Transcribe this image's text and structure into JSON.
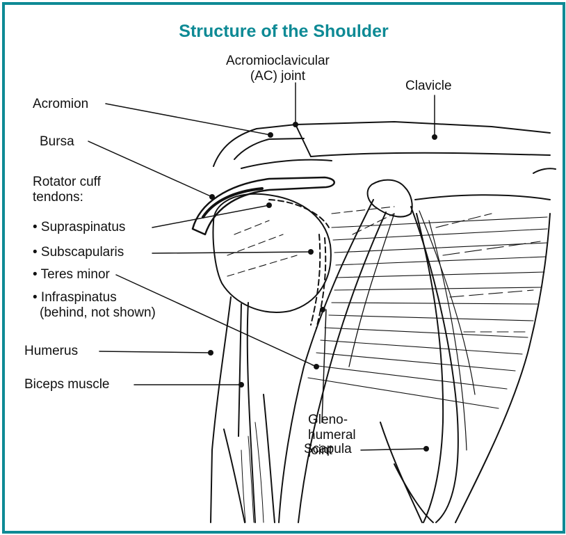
{
  "title": "Structure of the Shoulder",
  "colors": {
    "frame": "#0e8a95",
    "title": "#0e8a95",
    "ink": "#111111"
  },
  "labels": {
    "ac_joint": [
      "Acromioclavicular",
      "(AC) joint"
    ],
    "clavicle": "Clavicle",
    "acromion": "Acromion",
    "bursa": "Bursa",
    "rotator_cuff": [
      "Rotator cuff",
      "tendons:"
    ],
    "supraspinatus": "• Supraspinatus",
    "subscapularis": "• Subscapularis",
    "teres_minor": "• Teres minor",
    "infraspinatus": [
      "• Infraspinatus",
      "(behind, not shown)"
    ],
    "humerus": "Humerus",
    "biceps": "Biceps muscle",
    "glenohumeral": [
      "Gleno-",
      "humeral",
      "joint"
    ],
    "scapula": "Scapula"
  }
}
